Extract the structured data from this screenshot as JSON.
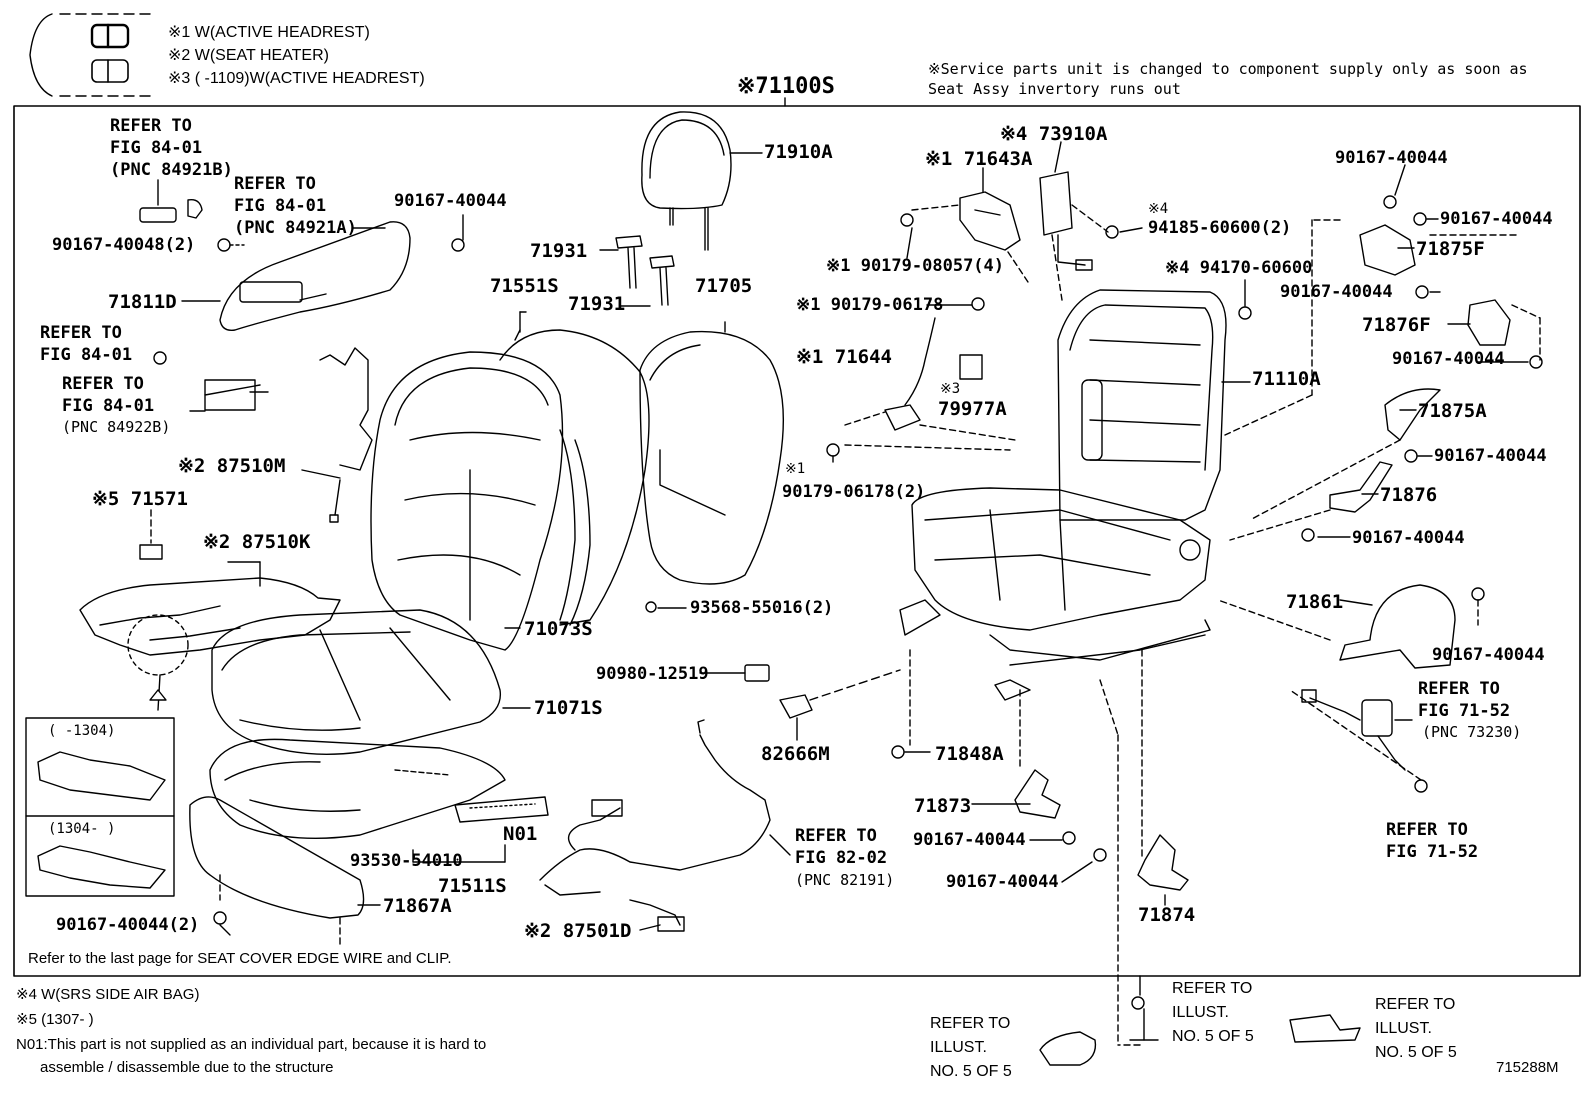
{
  "legend": {
    "n1": "※1 W(ACTIVE HEADREST)",
    "n2": "※2 W(SEAT HEATER)",
    "n3": "※3 (      -1109)W(ACTIVE HEADREST)"
  },
  "service_note": {
    "line1": "※Service parts unit is changed to component supply only as soon as",
    "line2": "Seat Assy invertory runs out"
  },
  "assembly_label": "※71100S",
  "parts": {
    "p71910A": "71910A",
    "p71931a": "71931",
    "p71931b": "71931",
    "p71551S": "71551S",
    "p71705": "71705",
    "p71643A": "※1 71643A",
    "p73910A": "※4 73910A",
    "p94185": "※4",
    "p94185b": "94185-60600(2)",
    "p90179_08057": "※1 90179-08057(4)",
    "p94170": "※4 94170-60600",
    "p90179_06178a": "※1 90179-06178",
    "p71644": "※1 71644",
    "p79977A_a": "※3",
    "p79977A": "79977A",
    "p90179_06178b_a": "※1",
    "p90179_06178b": "90179-06178(2)",
    "p71110A": "71110A",
    "p90167_40044_tr": "90167-40044",
    "p90167_40044_r1": "90167-40044",
    "p71875F": "71875F",
    "p90167_40044_r2": "90167-40044",
    "p71876F": "71876F",
    "p90167_40044_r3": "90167-40044",
    "p71875A": "71875A",
    "p90167_40044_r4": "90167-40044",
    "p71876": "71876",
    "p90167_40044_r5": "90167-40044",
    "p71861": "71861",
    "p90167_40044_r6": "90167-40044",
    "p90167_40048": "90167-40048(2)",
    "p90167_40044_tl": "90167-40044",
    "p71811D": "71811D",
    "p87510M": "※2 87510M",
    "p71571": "※5 71571",
    "p87510K": "※2 87510K",
    "p71073S": "71073S",
    "p93568": "93568-55016(2)",
    "p90980": "90980-12519",
    "p71071S": "71071S",
    "p82666M": "82666M",
    "p71848A": "71848A",
    "p71873": "71873",
    "p90167_40044_c1": "90167-40044",
    "p90167_40044_c2": "90167-40044",
    "p71874": "71874",
    "pN01": "N01",
    "p93530": "93530-54010",
    "p71511S": "71511S",
    "p71867A": "71867A",
    "p90167_40044_bl": "90167-40044(2)",
    "p87501D": "※2 87501D"
  },
  "refs": {
    "r1": [
      "REFER TO",
      "FIG 84-01",
      "(PNC 84921B)"
    ],
    "r2": [
      "REFER TO",
      "FIG 84-01",
      "(PNC 84921A)"
    ],
    "r3": [
      "REFER TO",
      "FIG 84-01"
    ],
    "r4": [
      "REFER TO",
      "FIG 84-01",
      "(PNC 84922B)"
    ],
    "r5": [
      "REFER TO",
      "FIG 82-02",
      "(PNC 82191)"
    ],
    "r6": [
      "REFER TO",
      "FIG 71-52",
      "(PNC 73230)"
    ],
    "r7": [
      "REFER TO",
      "FIG 71-52"
    ],
    "r8": [
      "REFER TO",
      "ILLUST.",
      "NO. 5 OF 5"
    ],
    "r9": [
      "REFER TO",
      "ILLUST.",
      "NO. 5 OF 5"
    ],
    "r10": [
      "REFER TO",
      "ILLUST.",
      "NO. 5 OF 5"
    ]
  },
  "inset": {
    "top_label": "(      -1304)",
    "bottom_label": "(1304-      )"
  },
  "footer": {
    "edge_wire": "Refer to the last page for SEAT COVER EDGE WIRE and CLIP.",
    "n4": "※4 W(SRS SIDE AIR BAG)",
    "n5": "※5 (1307-      )",
    "n01_a": "N01:This part is not supplied as an individual part, because it is hard to",
    "n01_b": "assemble / disassemble due to the structure",
    "code": "715288M"
  }
}
